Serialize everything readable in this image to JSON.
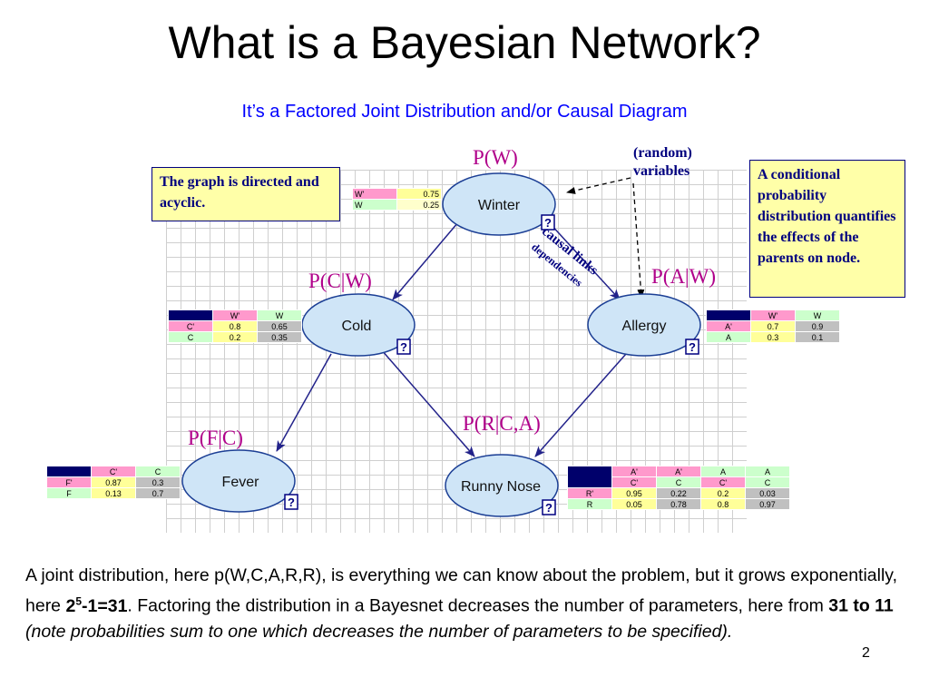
{
  "slide": {
    "title": "What is a Bayesian Network?",
    "subtitle": "It’s a Factored Joint Distribution and/or Causal Diagram",
    "page_number": "2"
  },
  "notes": {
    "left": "The graph is directed and acyclic.",
    "right": "A conditional probability distribution quantifies the effects of the parents on node.",
    "random_variables_line1": "(random)",
    "random_variables_line2": "variables",
    "causal_links": "causal links",
    "dependencies": "dependencies"
  },
  "prob_labels": {
    "w": "P(W)",
    "c": "P(C|W)",
    "a": "P(A|W)",
    "f": "P(F|C)",
    "r": "P(R|C,A)"
  },
  "nodes": {
    "winter": "Winter",
    "cold": "Cold",
    "allergy": "Allergy",
    "fever": "Fever",
    "runny": "Runny Nose",
    "help_glyph": "?"
  },
  "tables": {
    "w": {
      "rows": [
        {
          "label": "W'",
          "value": "0.75"
        },
        {
          "label": "W",
          "value": "0.25"
        }
      ]
    },
    "c": {
      "headers": [
        "W'",
        "W"
      ],
      "rows": [
        {
          "label": "C'",
          "values": [
            "0.8",
            "0.65"
          ]
        },
        {
          "label": "C",
          "values": [
            "0.2",
            "0.35"
          ]
        }
      ]
    },
    "a": {
      "headers": [
        "W'",
        "W"
      ],
      "rows": [
        {
          "label": "A'",
          "values": [
            "0.7",
            "0.9"
          ]
        },
        {
          "label": "A",
          "values": [
            "0.3",
            "0.1"
          ]
        }
      ]
    },
    "f": {
      "headers": [
        "C'",
        "C"
      ],
      "rows": [
        {
          "label": "F'",
          "values": [
            "0.87",
            "0.3"
          ]
        },
        {
          "label": "F",
          "values": [
            "0.13",
            "0.7"
          ]
        }
      ]
    },
    "r": {
      "headers_a": [
        "A'",
        "A'",
        "A",
        "A"
      ],
      "headers_c": [
        "C'",
        "C",
        "C'",
        "C"
      ],
      "rows": [
        {
          "label": "R'",
          "values": [
            "0.95",
            "0.22",
            "0.2",
            "0.03"
          ]
        },
        {
          "label": "R",
          "values": [
            "0.05",
            "0.78",
            "0.8",
            "0.97"
          ]
        }
      ]
    }
  },
  "body": {
    "part1": "A joint distribution, here p(W,C,A,R,R), is everything we can know about the problem, but it grows exponentially, here ",
    "base": "2",
    "exponent": "5",
    "expr_rest": "-1=31",
    "part2": ". Factoring the distribution in a Bayesnet decreases the number of parameters, here from ",
    "range": "31 to 11",
    "part3": " ",
    "italic": "(note probabilities sum to one which decreases the number of parameters to be specified)."
  }
}
